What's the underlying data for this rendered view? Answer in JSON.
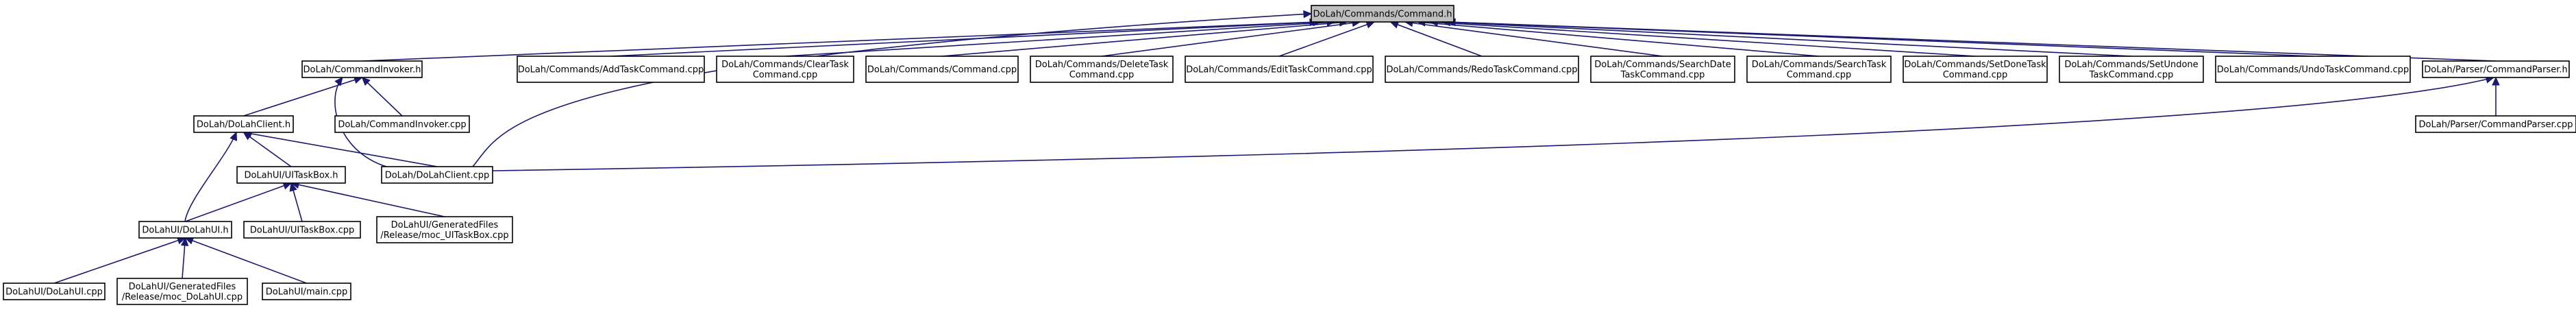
{
  "diagram": {
    "nodes": [
      {
        "id": "command_h",
        "lines": [
          "DoLah/Commands/Command.h"
        ],
        "root": true
      },
      {
        "id": "command_invoker_h",
        "lines": [
          "DoLah/CommandInvoker.h"
        ]
      },
      {
        "id": "add_task_cpp",
        "lines": [
          "DoLah/Commands/AddTaskCommand.cpp"
        ]
      },
      {
        "id": "clear_task_cpp",
        "lines": [
          "DoLah/Commands/ClearTask",
          "Command.cpp"
        ]
      },
      {
        "id": "command_cpp",
        "lines": [
          "DoLah/Commands/Command.cpp"
        ]
      },
      {
        "id": "delete_task_cpp",
        "lines": [
          "DoLah/Commands/DeleteTask",
          "Command.cpp"
        ]
      },
      {
        "id": "edit_task_cpp",
        "lines": [
          "DoLah/Commands/EditTaskCommand.cpp"
        ]
      },
      {
        "id": "redo_task_cpp",
        "lines": [
          "DoLah/Commands/RedoTaskCommand.cpp"
        ]
      },
      {
        "id": "search_date_cpp",
        "lines": [
          "DoLah/Commands/SearchDate",
          "TaskCommand.cpp"
        ]
      },
      {
        "id": "search_task_cpp",
        "lines": [
          "DoLah/Commands/SearchTask",
          "Command.cpp"
        ]
      },
      {
        "id": "set_done_cpp",
        "lines": [
          "DoLah/Commands/SetDoneTask",
          "Command.cpp"
        ]
      },
      {
        "id": "set_undone_cpp",
        "lines": [
          "DoLah/Commands/SetUndone",
          "TaskCommand.cpp"
        ]
      },
      {
        "id": "undo_task_cpp",
        "lines": [
          "DoLah/Commands/UndoTaskCommand.cpp"
        ]
      },
      {
        "id": "command_parser_h",
        "lines": [
          "DoLah/Parser/CommandParser.h"
        ]
      },
      {
        "id": "dolah_client_h",
        "lines": [
          "DoLah/DoLahClient.h"
        ]
      },
      {
        "id": "command_invoker_cpp",
        "lines": [
          "DoLah/CommandInvoker.cpp"
        ]
      },
      {
        "id": "command_parser_cpp",
        "lines": [
          "DoLah/Parser/CommandParser.cpp"
        ]
      },
      {
        "id": "ui_taskbox_h",
        "lines": [
          "DoLahUI/UITaskBox.h"
        ]
      },
      {
        "id": "dolah_client_cpp",
        "lines": [
          "DoLah/DoLahClient.cpp"
        ]
      },
      {
        "id": "dolah_ui_h",
        "lines": [
          "DoLahUI/DoLahUI.h"
        ]
      },
      {
        "id": "ui_taskbox_cpp",
        "lines": [
          "DoLahUI/UITaskBox.cpp"
        ]
      },
      {
        "id": "moc_ui_taskbox_cpp",
        "lines": [
          "DoLahUI/GeneratedFiles",
          "/Release/moc_UITaskBox.cpp"
        ]
      },
      {
        "id": "dolah_ui_cpp",
        "lines": [
          "DoLahUI/DoLahUI.cpp"
        ]
      },
      {
        "id": "moc_dolah_ui_cpp",
        "lines": [
          "DoLahUI/GeneratedFiles",
          "/Release/moc_DoLahUI.cpp"
        ]
      },
      {
        "id": "main_cpp",
        "lines": [
          "DoLahUI/main.cpp"
        ]
      }
    ],
    "edges": [
      [
        "command_invoker_h",
        "command_h"
      ],
      [
        "add_task_cpp",
        "command_h"
      ],
      [
        "clear_task_cpp",
        "command_h"
      ],
      [
        "command_cpp",
        "command_h"
      ],
      [
        "delete_task_cpp",
        "command_h"
      ],
      [
        "edit_task_cpp",
        "command_h"
      ],
      [
        "redo_task_cpp",
        "command_h"
      ],
      [
        "search_date_cpp",
        "command_h"
      ],
      [
        "search_task_cpp",
        "command_h"
      ],
      [
        "set_done_cpp",
        "command_h"
      ],
      [
        "set_undone_cpp",
        "command_h"
      ],
      [
        "undo_task_cpp",
        "command_h"
      ],
      [
        "command_parser_h",
        "command_h"
      ],
      [
        "dolah_client_cpp",
        "command_h"
      ],
      [
        "dolah_client_h",
        "command_invoker_h"
      ],
      [
        "command_invoker_cpp",
        "command_invoker_h"
      ],
      [
        "dolah_client_cpp",
        "command_invoker_h"
      ],
      [
        "command_parser_cpp",
        "command_parser_h"
      ],
      [
        "dolah_client_cpp",
        "command_parser_h"
      ],
      [
        "ui_taskbox_h",
        "dolah_client_h"
      ],
      [
        "dolah_client_cpp",
        "dolah_client_h"
      ],
      [
        "dolah_ui_h",
        "dolah_client_h"
      ],
      [
        "dolah_ui_h",
        "ui_taskbox_h"
      ],
      [
        "ui_taskbox_cpp",
        "ui_taskbox_h"
      ],
      [
        "moc_ui_taskbox_cpp",
        "ui_taskbox_h"
      ],
      [
        "dolah_ui_cpp",
        "dolah_ui_h"
      ],
      [
        "moc_dolah_ui_cpp",
        "dolah_ui_h"
      ],
      [
        "main_cpp",
        "dolah_ui_h"
      ]
    ],
    "colors": {
      "edge": "#191970",
      "root_fill": "#bfbfbf",
      "node_fill": "#ffffff",
      "node_stroke": "#000000"
    }
  }
}
